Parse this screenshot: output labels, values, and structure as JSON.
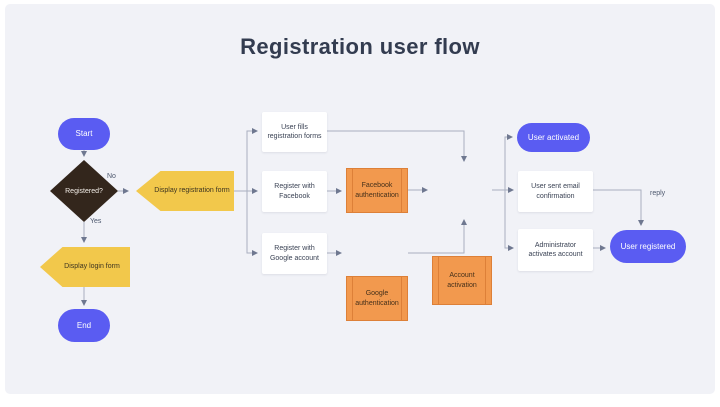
{
  "title": "Registration user flow",
  "colors": {
    "background": "#f1f2f7",
    "accent_blue": "#5a5cf2",
    "accent_yellow": "#f2c84b",
    "accent_orange": "#f2994e",
    "orange_border": "#dd8038",
    "diamond_dark": "#33261c",
    "title_text": "#333c50",
    "connector_line": "#a9afbf"
  },
  "nodes": {
    "start": {
      "label": "Start",
      "type": "terminator"
    },
    "registered": {
      "label": "Registered?",
      "type": "decision"
    },
    "display_registration_form": {
      "label": "Display registration form",
      "type": "display"
    },
    "display_login_form": {
      "label": "Display login form",
      "type": "display"
    },
    "end": {
      "label": "End",
      "type": "terminator"
    },
    "user_fills_registration_forms": {
      "label": "User fills registration forms",
      "type": "process"
    },
    "register_with_facebook": {
      "label": "Register with Facebook",
      "type": "process"
    },
    "register_with_google_account": {
      "label": "Register with Google account",
      "type": "process"
    },
    "facebook_authentication": {
      "label": "Facebook authentication",
      "type": "predefined-process"
    },
    "google_authentication": {
      "label": "Google authentication",
      "type": "predefined-process"
    },
    "account_activation": {
      "label": "Account activation",
      "type": "predefined-process"
    },
    "user_activated": {
      "label": "User activated",
      "type": "terminator"
    },
    "user_sent_email_confirmation": {
      "label": "User sent email confirmation",
      "type": "process"
    },
    "administrator_activates_account": {
      "label": "Administrator activates account",
      "type": "process"
    },
    "user_registered": {
      "label": "User registered",
      "type": "terminator"
    }
  },
  "edge_labels": {
    "no": "No",
    "yes": "Yes",
    "reply": "reply"
  }
}
